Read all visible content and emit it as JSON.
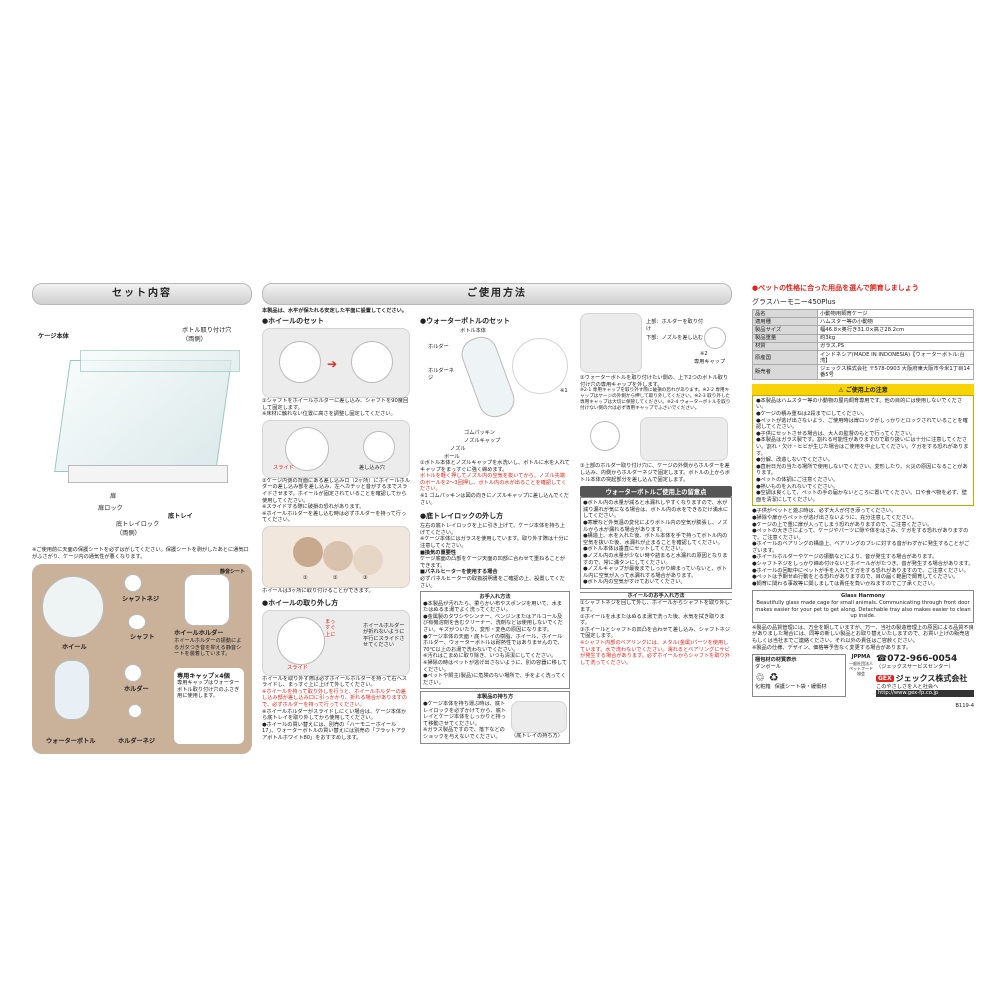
{
  "sections": {
    "contents_title": "セット内容",
    "usage_title": "ご使用方法"
  },
  "contents": {
    "cage_body": "ケージ本体",
    "bottle_hole": "ボトル取り付け穴",
    "bottle_hole_sub": "（両側）",
    "door": "扉",
    "door_lock": "扉ロック",
    "bottom_tray": "底トレイ",
    "bottom_tray_lock": "底トレイロック",
    "bottom_tray_lock_sub": "（両側）",
    "note": "※ご使用前に天面の保護シートを必ずはがしてください。保護シートを剥がしたあとに通気口がふさがり、ケージ内の通気性が悪くなります。",
    "shaft_screw": "シャフトネジ",
    "wheel": "ホイール",
    "shaft": "シャフト",
    "wheel_holder": "ホイールホルダー",
    "wheel_holder_desc": "ホイールホルダーの振動によるガタつき音を抑える静音シートを装着しています。",
    "silent_sheet": "静音シート",
    "water_bottle": "ウォーターボトル",
    "holder": "ホルダー",
    "holder_screw": "ホルダーネジ",
    "caps": "専用キャップ×4個",
    "caps_desc": "専用キャップはウォーターボトル取り付け穴のふさぎ用に使用します。"
  },
  "usage": {
    "intro": "本製品は、水平が保たれる安定した平面に設置してください。",
    "wheel_set_title": "●ホイールのセット",
    "wheel_set_1": "①シャフトをホイールホルダーに差し込み、シャフトを90度回して固定します。",
    "wheel_set_1b": "※床材に触れない位置に高さを調整し固定してください。",
    "slide": "スライド",
    "insert_hole": "差し込み穴",
    "wheel_set_2": "②ケージ内側の背面にある差し込み口（2ヶ所）にホイールホルダーの差し込み部を差し込み、左へカチッと音がするまでスライドさせます。ホイールが固定されていることを確認してから使用してください。",
    "wheel_set_2b": "※スライドする際に破損の恐れがあります。",
    "wheel_set_2c": "※ホイールホルダーを差し込む時は必ずホルダーを持って行ってください。",
    "height_positions": "ホイールは3ヶ所に取り付けることができます。",
    "pos1": "①",
    "pos2": "②",
    "pos3": "③",
    "wheel_remove_title": "●ホイールの取り外し方",
    "remove_direction": "まっすぐ上に",
    "remove_note": "ホイールホルダーが折れないように平行にスライドさせてください",
    "wheel_remove_1": "ホイールを取り外す際は必ずホイールホルダーを持って右へスライドし、まっすぐ上に上げて外してください。",
    "wheel_remove_2": "※ホイールを持って取り外しを行うと、ホイールホルダーの差し込み部が差し込み口に引っかかり、折れる場合がありますので、必ずホルダーを持って行ってください。",
    "wheel_remove_3": "※ホイールホルダーがスライドしにくい場合は、ケージ本体から底トレイを取り外してから使用してください。",
    "wheel_remove_4": "●ホイールの買い替えには、別売の「ハーモニーホイール17」、ウォーターボトルの買い替えには別売の「フラットアクアボトルホワイト80」をおすすめします。",
    "bottle_set_title": "●ウォーターボトルのセット",
    "bottle_body": "ボトル本体",
    "rubber_packing": "ゴムパッキン",
    "nozzle_cap": "ノズルキャップ",
    "nozzle": "ノズル",
    "ball": "ボール",
    "mark1": "※1",
    "bottle_set_1": "①ボトル本体とノズルキャップを水洗いし、ボトルに水を入れてキャップをまっすぐに強く締めます。",
    "bottle_set_1red": "ボトルを軽く押してノズル内の空気を抜いてから、ノズル先端のボールを2〜3回押し、ボトル内の水が出ることを確認してください。",
    "bottle_set_1note": "※1 ゴムパッキンは図の向きにノズルキャップに差し込んでください。",
    "bottle_set_2": "②ウォーターボトルを取り付けたい側の、上下2つのボトル取り付け穴の専用キャップを外します。",
    "upper": "上部：ホルダーを取り付け",
    "lower": "下部：ノズルを差し込む",
    "mark2": "※2",
    "special_cap": "専用キャップ",
    "bottle_notes": "※2-1 専用キャップを取り外す際に破損の恐れがあります。※2-2 専用キャップはケージの外側から押して取り外してください。※2-3 取り外した専用キャップは大切に保管してください。※2-4 ウォーターボトルを取り付けない側の穴は必ず専用キャップでふさいでください。",
    "bottle_set_3": "③上部のホルダー取り付け穴に、ケージの外側からホルダーを差し込み、内側からホルダーネジで固定します。ボトルの上からボトル本体の突起部分を差し込んで固定します。",
    "tray_lock_title": "●底トレイロックの外し方",
    "tray_lock_desc": "左右の底トレイロックを上に引き上げて、ケージ本体を持ち上げてください。",
    "tray_lock_note": "※ケージ本体にはガラスを使用しています。取り外す際は十分に注意してください。",
    "ventilation_title": "■換気の重要性",
    "ventilation_desc": "ケージ底面の凸部をケージ天面の凹部に合わせて重ねることができます。",
    "heater_title": "■パネルヒーターを使用する場合",
    "heater_desc": "必ずパネルヒーターの取扱説明書をご確認の上、設置してください。",
    "care_title": "お手入れ方法",
    "care_1": "●本製品が汚れたら、柔らかい布やスポンジを用いて、水またはぬるま湯でよく洗ってください。",
    "care_2": "●金属製のタワシやシンナー、ベンジンまたはアルコール及び有機溶剤を含むクリーナー、洗剤などは使用しないでください。キズがついたり、変形・変色の原因になります。",
    "care_3": "●ケージ本体の天面・底トレイの樹脂、ホイール、ホイールホルダー、ウォーターボトルは耐熱性ではありませんので、70℃以上のお湯で洗わないでください。",
    "care_4": "※汚れはこまめに取り除き、いつも清潔にしてください。",
    "care_5": "※掃除の時はペットが逃げ出さないように、別の容器に移してください。",
    "care_6": "●ペットや飼主(製品)に危険のない場所で、手をよく洗ってください。",
    "carry_title": "本製品の持ち方",
    "carry_1": "●ケージ本体を持ち運ぶ時は、底トレイロックを必ずかけてから、底トレイとケージ本体をしっかりと持って移動させてください。",
    "carry_2": "※ガラス製品ですので、落下などのショックを与えないでください。",
    "carry_caption": "（底トレイの持ち方）",
    "bottle_caution_title": "ウォーターボトルご使用上の留意点",
    "bc_1": "●ボトル内の水量が減ると水漏れしやすくなりますので、水が減り漏れが気になる場合は、ボトル内の水をできるだけ満水にしてください。",
    "bc_2": "●寒暖など外気温の変化によりボトル内の空気が膨張し、ノズルから水が漏れる場合があります。",
    "bc_3": "●構造上、水を入れた後、ボトル本体を手で持ってボトル内の空気を抜いた後、水漏れが止まることを確認してください。",
    "bc_4": "●ボトル本体は垂直にセットしてください。",
    "bc_5": "●ノズル内の水量が少ない時や詰まると水漏れの原因となりますので、常に満タンにしてください。",
    "bc_6": "●ノズルキャップが最後までしっかり締まっていないと、ボトル内に空気が入って水漏れする場合があります。",
    "bc_7": "●ボトル内の空気がすけておいてください。",
    "wheel_care_title": "ホイールのお手入れ方法",
    "wc_1": "①シャフトネジを回して外し、ホイールからシャフトを取り外します。",
    "wc_2": "②ホイールを水またはぬるま湯で洗った後、水気を拭き取ります。",
    "wc_3": "③ホイールとシャフトの凹凸を合わせて差し込み、シャフトネジで固定します。",
    "wc_4": "※シャフト内部のベアリングには、メタル(金属)パーツを使用しています。水で洗わないでください。濡れるとベアリングにサビが発生する場合があります。必ずホイールからシャフトを取り外して洗ってください。"
  },
  "product": {
    "catch": "●ペットの性格に合った用品を選んで飼育しましょう",
    "name": "グラスハーモニー450Plus",
    "spec": [
      {
        "k": "品名",
        "v": "小動物用飼育ケージ"
      },
      {
        "k": "適用種",
        "v": "ハムスター等の小動物"
      },
      {
        "k": "製品サイズ",
        "v": "幅46.8×奥行き31.0×高さ28.2cm"
      },
      {
        "k": "製品重量",
        "v": "約3kg"
      },
      {
        "k": "材質",
        "v": "ガラス,PS"
      },
      {
        "k": "原産国",
        "v": "インドネシア(MADE IN INDONESIA)【ウォーターボトル:台湾】"
      },
      {
        "k": "販売者",
        "v": "ジェックス株式会社 〒578-0903 大阪府東大阪市今米1丁目14番5号"
      }
    ],
    "caution_title": "ご使用上の注意",
    "cautions": [
      "●本製品はハムスター等の小動物の屋内飼育専用です。他の目的には使用しないでください。",
      "●ケージの積み重ねは2段までにしてください。",
      "●ペットが逃げ出さないよう、ご使用時は扉ロックがしっかりとロックされていることを確認してください。",
      "●子供にセットさせる場合は、大人の監督のもとで行ってください。",
      "●本製品はガラス製です。割れる可能性がありますので取り扱いには十分に注意してください。割れ・欠け・ヒビが生じた場合はご使用を中止してください。ケガをする恐れがあります。",
      "●分解、改造しないでください。",
      "●直射日光の当たる場所で使用しないでください。変形したり、火災の原因になることがあります。",
      "●ペットの体調にご注意ください。",
      "●熱いものを入れないでください。",
      "●空調は良くして、ペットの手の届かないところに置いてください。口や食べ物を必ず、壁面を清潔にしてください。"
    ],
    "cautions2": [
      "●子供がペットと遊ぶ時は、必ず大人が付き添ってください。",
      "●掃除や扉からペットが逃げ出さないように、充分注意してください。",
      "●ケージの上で重に扉が入ってしまう恐れがありますので、ご注意ください。",
      "●ペットの大きさによって、ケージやパーツに隙や体をはさみ、ケガをする恐れがありますので、ご注意ください。",
      "●ホイールのベアリングの構造上、ベアリングのブレに対する音がわずかに発生することがございます。",
      "●ホイールホルダーやケージの振動などにより、音が発生する場合があります。",
      "●シャフトネジをしっかり締め付けないとホイールががたつき、音が発生する場合があります。",
      "●ホイールの回転中にペットが手を入れてケガをする恐れがありますので、ご注意ください。",
      "●ペットは予期せぬ行動をとる恐れがありますので、目の届く範囲で飼育してください。",
      "●飼育に関わる事故等に関しましては責任を負いかねますのでご了承ください。"
    ],
    "en_title": "Glass Harmony",
    "en_desc": "Beautifully glass made cage for small animals. Communicating through front door makes easier for your pet to get along. Detachable tray also makes easier to clean up inside.",
    "quality_note": "※製品の品質管理には、万全を期していますが、万一、当社の製造管理上の原因による品質不良がありました場合には、同等の新しい製品とお取り替えいたしますので、お買い上げの販売店もしくは当社までご連絡ください。それ以外の責任はご容赦ください。",
    "spec_change": "※製品の仕様、デザイン、価格等予告なく変更する場合があります。",
    "materials_title": "梱包材の材質表示",
    "cardboard": "ダンボール",
    "film": "化粧箱",
    "sheet": "保護シート袋・緩衝材",
    "jppma": "JPPMA",
    "jppma_sub": "一般社団法人ペットフード協会",
    "phone": "072-966-0054",
    "phone_sub": "（ジェックスサービスセンター）",
    "brand": "ジェックス株式会社",
    "gex": "GEX",
    "slogan": "このやさしさを人と社会へ",
    "url": "http://www.gex-fp.co.jp",
    "code": "B119-4"
  }
}
